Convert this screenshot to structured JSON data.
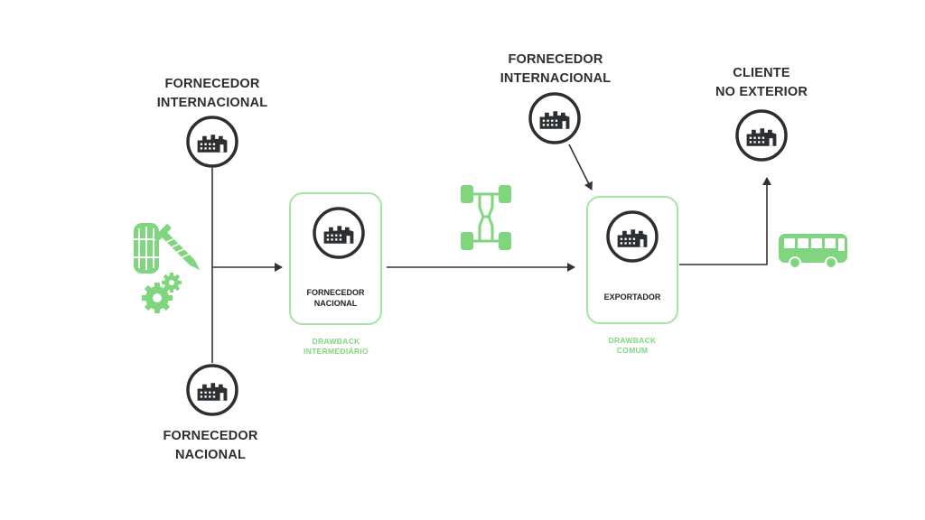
{
  "nodes": {
    "supplier_intl_left": {
      "line1": "FORNECEDOR",
      "line2": "INTERNACIONAL",
      "icon": "factory-icon"
    },
    "supplier_national_bottom": {
      "line1": "FORNECEDOR",
      "line2": "NACIONAL",
      "icon": "factory-icon"
    },
    "national_supplier_box": {
      "line1": "FORNECEDOR",
      "line2": "NACIONAL",
      "icon": "factory-icon"
    },
    "supplier_intl_right": {
      "line1": "FORNECEDOR",
      "line2": "INTERNACIONAL",
      "icon": "factory-icon"
    },
    "exporter_box": {
      "line1": "EXPORTADOR",
      "icon": "factory-icon"
    },
    "client": {
      "line1": "CLIENTE",
      "line2": "NO EXTERIOR",
      "icon": "factory-icon"
    }
  },
  "regimes": {
    "intermediate": {
      "line1": "DRAWBACK",
      "line2": "INTERMEDIÁRIO"
    },
    "common": {
      "line1": "DRAWBACK",
      "line2": "COMUM"
    }
  },
  "icons": [
    "tire-icon",
    "screw-icon",
    "gears-icon",
    "car-chassis-icon",
    "bus-icon"
  ],
  "colors": {
    "dark": "#2b2f31",
    "green": "#7fd67e",
    "box_border": "#a8e3a3",
    "arrow": "#333333"
  }
}
